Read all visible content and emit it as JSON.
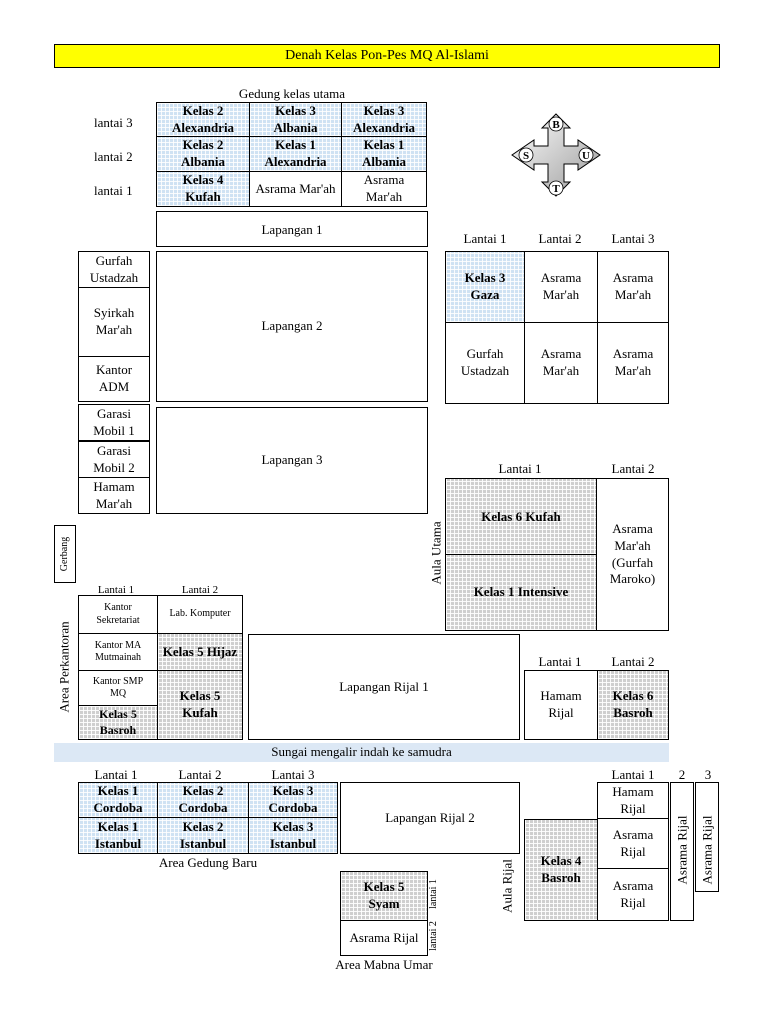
{
  "title": "Denah Kelas Pon-Pes MQ Al-Islami",
  "main_building": {
    "label": "Gedung kelas utama",
    "floors": [
      "lantai 3",
      "lantai 2",
      "lantai 1"
    ],
    "rooms": [
      [
        "Kelas 2 Alexandria",
        "Kelas 3 Albania",
        "Kelas 3 Alexandria"
      ],
      [
        "Kelas 2 Albania",
        "Kelas 1 Alexandria",
        "Kelas 1 Albania"
      ],
      [
        "Kelas 4 Kufah",
        "Asrama Mar'ah",
        "Asrama Mar'ah"
      ]
    ]
  },
  "compass": {
    "north": "B",
    "south": "S",
    "east": "U",
    "west": "T"
  },
  "fields": {
    "lapangan1": "Lapangan 1",
    "lapangan2": "Lapangan 2",
    "lapangan3": "Lapangan 3",
    "rijal1": "Lapangan Rijal 1",
    "rijal2": "Lapangan Rijal 2"
  },
  "left_column": [
    "Gurfah Ustadzah",
    "Syirkah Mar'ah",
    "Kantor ADM",
    "Garasi Mobil 1",
    "Garasi Mobil 2",
    "Hamam Mar'ah"
  ],
  "gate": "Gerbang",
  "gaza_block": {
    "headers": [
      "Lantai 1",
      "Lantai 2",
      "Lantai 3"
    ],
    "row1": [
      "Kelas 3 Gaza",
      "Asrama Mar'ah",
      "Asrama Mar'ah"
    ],
    "row2": [
      "Gurfah Ustadzah",
      "Asrama Mar'ah",
      "Asrama Mar'ah"
    ]
  },
  "aula_utama": {
    "label": "Aula Utama",
    "headers": [
      "Lantai 1",
      "Lantai 2"
    ],
    "kufah": "Kelas 6 Kufah",
    "intensive": "Kelas 1 Intensive",
    "marah": "Asrama Mar'ah (Gurfah Maroko)"
  },
  "office_area": {
    "label": "Area Perkantoran",
    "headers": [
      "Lantai 1",
      "Lantai 2"
    ],
    "sekretariat": "Kantor Sekretariat",
    "lab": "Lab. Komputer",
    "ma": "Kantor MA Mutmainah",
    "hijaz": "Kelas 5 Hijaz",
    "smp": "Kantor SMP MQ",
    "basroh5": "Kelas 5 Basroh",
    "kufah5": "Kelas 5 Kufah"
  },
  "basroh_block": {
    "headers": [
      "Lantai 1",
      "Lantai 2"
    ],
    "hamam": "Hamam Rijal",
    "basroh6": "Kelas 6 Basroh"
  },
  "river": "Sungai mengalir indah ke samudra",
  "new_building": {
    "label": "Area Gedung Baru",
    "headers": [
      "Lantai 1",
      "Lantai 2",
      "Lantai 3"
    ],
    "row1": [
      "Kelas 1 Cordoba",
      "Kelas 2 Cordoba",
      "Kelas 3 Cordoba"
    ],
    "row2": [
      "Kelas 1 Istanbul",
      "Kelas 2 Istanbul",
      "Kelas 3 Istanbul"
    ]
  },
  "mabna_umar": {
    "label": "Area Mabna Umar",
    "syam": "Kelas 5 Syam",
    "asrama": "Asrama Rijal",
    "floor1": "lantai 1",
    "floor2": "lantai 2"
  },
  "aula_rijal": {
    "label": "Aula Rijal",
    "basroh4": "Kelas 4 Basroh"
  },
  "rijal_block": {
    "headers": [
      "Lantai 1",
      "2",
      "3"
    ],
    "cells": [
      "Hamam Rijal",
      "Asrama Rijal",
      "Asrama Rijal"
    ],
    "col2": "Asrama Rijal",
    "col3": "Asrama Rijal"
  }
}
